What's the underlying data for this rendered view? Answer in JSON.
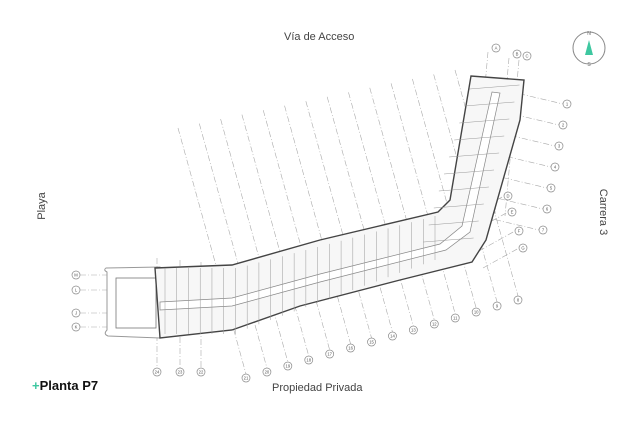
{
  "plan": {
    "title": "Planta P7",
    "title_prefix": "+",
    "accent_color": "#3ec7a0",
    "streets": {
      "top": "Vía de Acceso",
      "bottom": "Propiedad Privada",
      "left": "Playa",
      "right": "Carrera 3"
    },
    "compass": {
      "north": "N",
      "south": "S",
      "icon": "north-arrow-icon"
    },
    "grid_labels": {
      "top": [
        "A",
        "B",
        "C"
      ],
      "right": [
        "1",
        "2",
        "3",
        "4",
        "5",
        "6",
        "7"
      ],
      "right_letters": [
        "D",
        "E",
        "F",
        "G"
      ],
      "left": [
        "M",
        "L",
        "J",
        "K"
      ],
      "bottom": [
        "8",
        "9",
        "10",
        "11",
        "12",
        "13",
        "14",
        "15",
        "16",
        "17",
        "18",
        "19",
        "20",
        "21"
      ],
      "bottom_left": [
        "22",
        "23",
        "24"
      ]
    }
  }
}
